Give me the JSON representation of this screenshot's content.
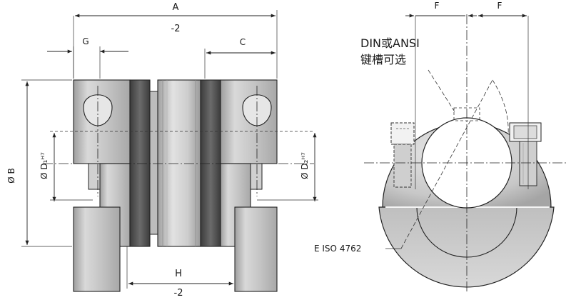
{
  "left_view": {
    "dim_a": "A",
    "dim_a_tol": "-2",
    "dim_g": "G",
    "dim_c": "C",
    "dim_h": "H",
    "dim_h_tol": "-2",
    "dim_b": "Ø B",
    "dim_d1": "Ø D₁ᴴ⁷",
    "dim_d2": "Ø D₂ᴴ⁷"
  },
  "right_view": {
    "dim_f_left": "F",
    "dim_f_right": "F",
    "keyway_note_line1": "DIN或ANSI",
    "keyway_note_line2": "键槽可选",
    "screw_note": "E ISO 4762"
  }
}
